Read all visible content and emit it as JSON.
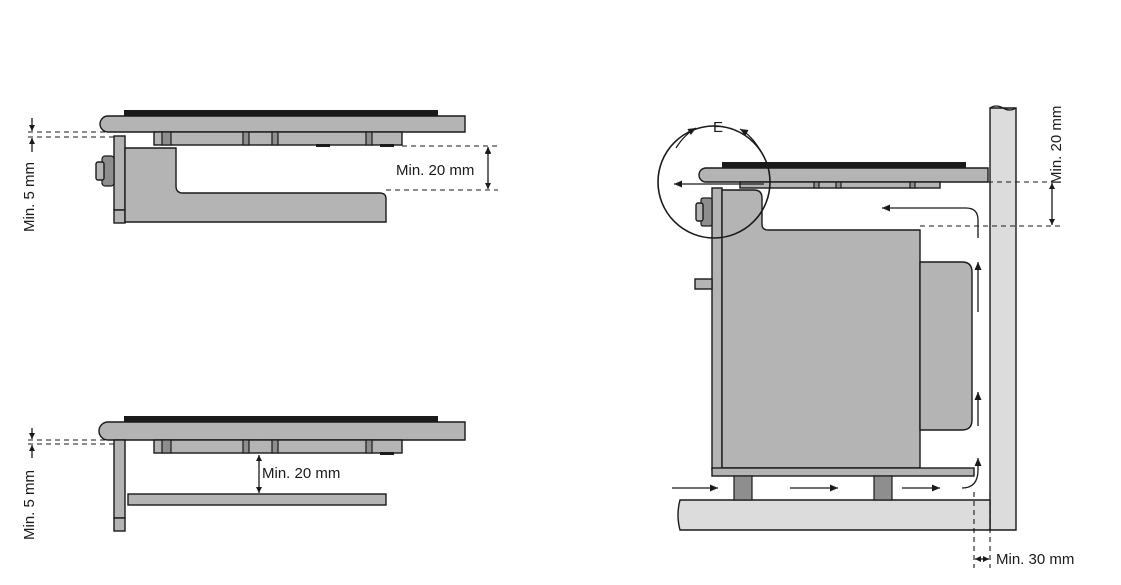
{
  "labels": {
    "top_left_side_gap": "Min. 5 mm",
    "top_left_below_gap": "Min. 20 mm",
    "bottom_left_side_gap": "Min. 5 mm",
    "bottom_left_below_gap": "Min. 20 mm",
    "right_top_gap": "Min. 20 mm",
    "right_bottom_gap": "Min. 30 mm",
    "detail_marker": "E"
  },
  "colors": {
    "metal": "#b4b4b4",
    "metal_dark": "#8e8e8e",
    "glass": "#1a1a1a",
    "wall": "#dcdcdc",
    "ink": "#1a1a1a"
  }
}
